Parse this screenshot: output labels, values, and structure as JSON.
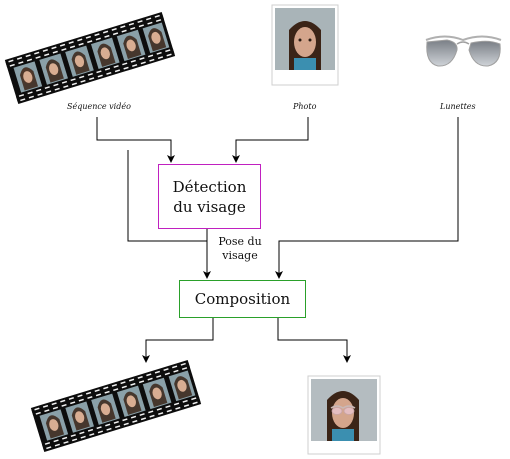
{
  "inputs": {
    "video_label": "Séquence vidéo",
    "photo_label": "Photo",
    "glasses_label": "Lunettes"
  },
  "boxes": {
    "detection_line1": "Détection",
    "detection_line2": "du visage",
    "composition": "Composition"
  },
  "edge_label": {
    "line1": "Pose du",
    "line2": "visage"
  },
  "colors": {
    "detection_border": "#c020c0",
    "composition_border": "#2aa02a",
    "arrow": "#000000"
  }
}
